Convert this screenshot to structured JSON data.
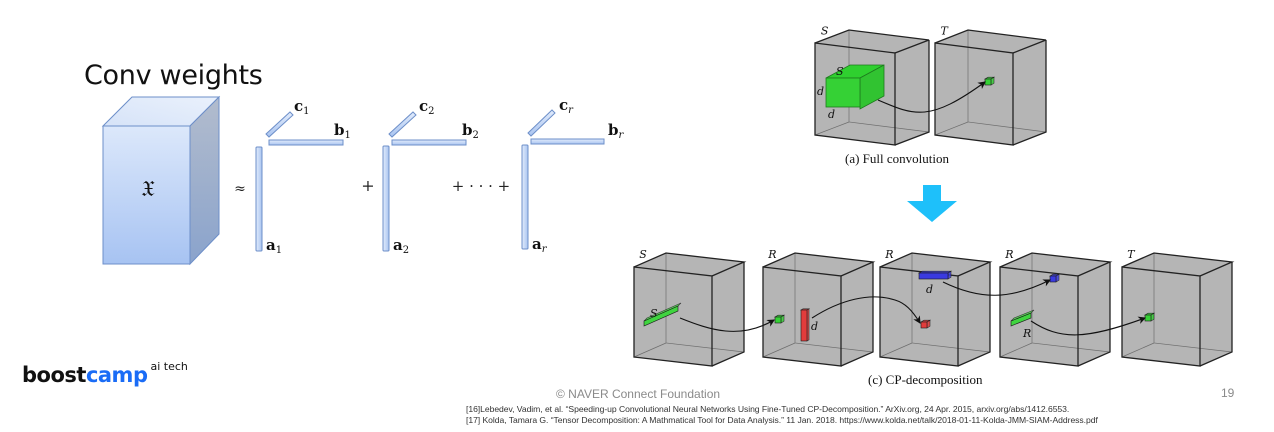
{
  "slide": {
    "title": "Conv weights",
    "page_number": "19",
    "copyright": "©  NAVER Connect Foundation",
    "logo": {
      "primary": "boost",
      "accent": "camp",
      "superscript": "ai tech",
      "accent_color": "#1a6cf6"
    }
  },
  "tensor_equation": {
    "tensor_symbol": "𝔛",
    "approx_symbol": "≈",
    "plus_symbol": "+",
    "ellipsis_plus": "+ · · · +",
    "terms": [
      {
        "a": "a",
        "a_sub": "1",
        "b": "b",
        "b_sub": "1",
        "c": "c",
        "c_sub": "1"
      },
      {
        "a": "a",
        "a_sub": "2",
        "b": "b",
        "b_sub": "2",
        "c": "c",
        "c_sub": "2"
      },
      {
        "a": "a",
        "a_sub": "r",
        "b": "b",
        "b_sub": "r",
        "c": "c",
        "c_sub": "r"
      }
    ],
    "colors": {
      "bar_fill": "#b9d0f5",
      "bar_stroke": "#6d8fc9",
      "cube_front": "#bcd3f7",
      "cube_side": "#9fb2d3"
    }
  },
  "full_convolution": {
    "caption": "(a) Full convolution",
    "boxes": [
      {
        "label": "S"
      },
      {
        "label": "T"
      }
    ],
    "kernel_labels": {
      "depth": "S",
      "height": "d",
      "width": "d"
    }
  },
  "arrow": {
    "color": "#1ec0fa",
    "direction": "down"
  },
  "cp_decomposition": {
    "caption": "(c) CP-decomposition",
    "boxes": [
      {
        "label": "S",
        "kernel_label": "S",
        "kernel_color": "#3fd43f"
      },
      {
        "label": "R",
        "kernel_label": "d",
        "kernel_color": "#e23c3c"
      },
      {
        "label": "R",
        "kernel_label": "d",
        "kernel_color": "#3a3ae0"
      },
      {
        "label": "R",
        "kernel_label": "R",
        "kernel_color": "#3fd43f"
      },
      {
        "label": "T",
        "kernel_label": "",
        "kernel_color": ""
      }
    ]
  },
  "references": [
    "[16]Lebedev, Vadim, et al. “Speeding-up Convolutional Neural Networks Using Fine-Tuned CP-Decomposition.” ArXiv.org, 24 Apr. 2015, arxiv.org/abs/1412.6553.",
    "[17] Kolda, Tamara G. “Tensor Decomposition: A Mathmatical Tool for Data Analysis.” 11 Jan. 2018. https://www.kolda.net/talk/2018-01-11-Kolda-JMM-SIAM-Address.pdf"
  ]
}
